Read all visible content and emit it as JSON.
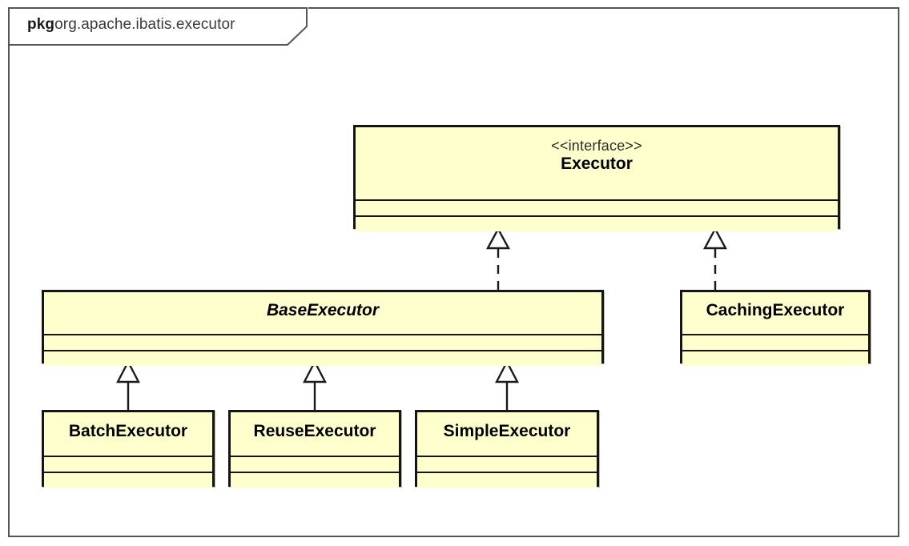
{
  "diagram": {
    "kind": "uml-class-diagram",
    "package": {
      "keyword": "pkg",
      "name": "org.apache.ibatis.executor"
    },
    "colors": {
      "class_fill": "#FEFFCD",
      "class_border": "#151515",
      "frame_border": "#555555",
      "canvas": "#FFFFFF",
      "text": "#000000"
    },
    "classes": [
      {
        "id": "executor",
        "name": "Executor",
        "stereotype": "<<interface>>",
        "kind": "interface",
        "italic": false,
        "attributes": [],
        "operations": []
      },
      {
        "id": "baseexecutor",
        "name": "BaseExecutor",
        "stereotype": "",
        "kind": "abstract-class",
        "italic": true,
        "attributes": [],
        "operations": []
      },
      {
        "id": "cachingexecutor",
        "name": "CachingExecutor",
        "stereotype": "",
        "kind": "class",
        "italic": false,
        "attributes": [],
        "operations": []
      },
      {
        "id": "batchexecutor",
        "name": "BatchExecutor",
        "stereotype": "",
        "kind": "class",
        "italic": false,
        "attributes": [],
        "operations": []
      },
      {
        "id": "reuseexecutor",
        "name": "ReuseExecutor",
        "stereotype": "",
        "kind": "class",
        "italic": false,
        "attributes": [],
        "operations": []
      },
      {
        "id": "simpleexecutor",
        "name": "SimpleExecutor",
        "stereotype": "",
        "kind": "class",
        "italic": false,
        "attributes": [],
        "operations": []
      }
    ],
    "relationships": [
      {
        "id": "rel-base-executor",
        "type": "realization",
        "line": "dashed",
        "arrowhead": "hollow-triangle",
        "from": "BaseExecutor",
        "to": "Executor"
      },
      {
        "id": "rel-caching-executor",
        "type": "realization",
        "line": "dashed",
        "arrowhead": "hollow-triangle",
        "from": "CachingExecutor",
        "to": "Executor"
      },
      {
        "id": "rel-batch-base",
        "type": "generalization",
        "line": "solid",
        "arrowhead": "hollow-triangle",
        "from": "BatchExecutor",
        "to": "BaseExecutor"
      },
      {
        "id": "rel-reuse-base",
        "type": "generalization",
        "line": "solid",
        "arrowhead": "hollow-triangle",
        "from": "ReuseExecutor",
        "to": "BaseExecutor"
      },
      {
        "id": "rel-simple-base",
        "type": "generalization",
        "line": "solid",
        "arrowhead": "hollow-triangle",
        "from": "SimpleExecutor",
        "to": "BaseExecutor"
      }
    ]
  }
}
